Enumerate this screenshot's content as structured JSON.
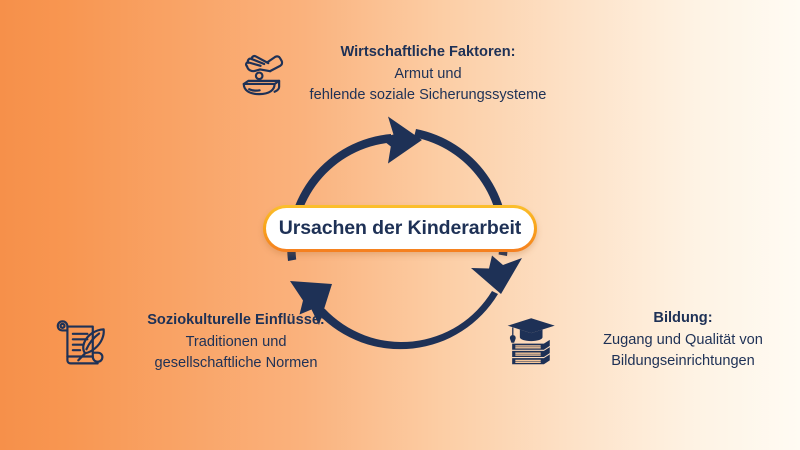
{
  "diagram": {
    "title": "Ursachen der Kinderarbeit",
    "center": {
      "label": "Ursachen der Kinderarbeit"
    },
    "colors": {
      "background_left": "#F6904A",
      "background_right": "#FFFBF3",
      "arrow": "#1E3156",
      "text": "#1E3156",
      "pill_background": "#FFFFFF",
      "pill_border_top": "#FBC02D",
      "pill_border_bottom": "#F57F20"
    },
    "nodes": [
      {
        "id": "economic",
        "icon": "hand-dropping-coin-into-bowl-icon",
        "title": "Wirtschaftliche Faktoren:",
        "description_lines": [
          "Armut und",
          "fehlende soziale Sicherungssysteme"
        ]
      },
      {
        "id": "education",
        "icon": "graduation-cap-on-books-icon",
        "title": "Bildung:",
        "description_lines": [
          "Zugang und Qualität von",
          "Bildungseinrichtungen"
        ]
      },
      {
        "id": "sociocultural",
        "icon": "scroll-with-quill-icon",
        "title": "Soziokulturelle Einflüsse:",
        "description_lines": [
          "Traditionen und",
          "gesellschaftliche Normen"
        ]
      }
    ],
    "arrows": [
      {
        "id": "arrow-left-to-top",
        "from": "sociocultural",
        "to": "economic"
      },
      {
        "id": "arrow-top-to-right",
        "from": "economic",
        "to": "education"
      },
      {
        "id": "arrow-right-to-left",
        "from": "education",
        "to": "sociocultural"
      }
    ]
  }
}
